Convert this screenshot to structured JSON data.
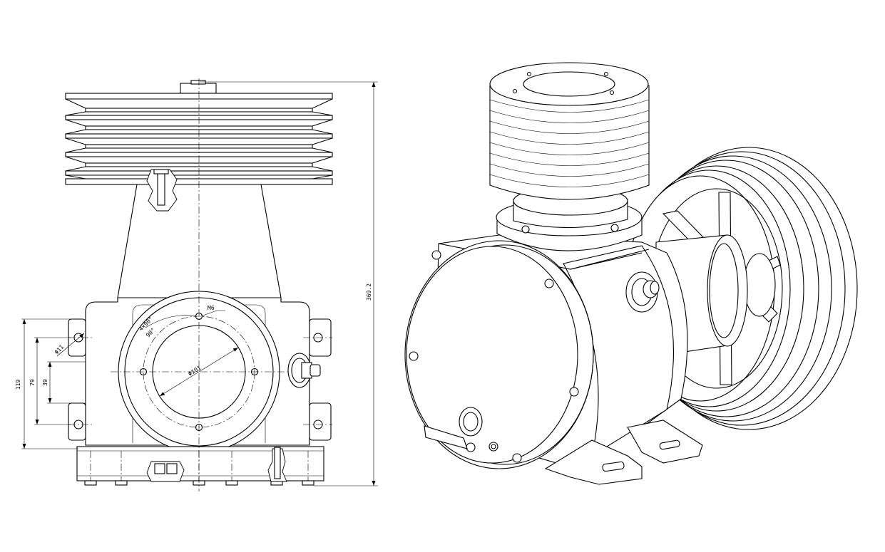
{
  "dimensions": {
    "overall_height": "369.2",
    "base_height": "119",
    "mount_spacing": "79",
    "mount_slot": "39",
    "mount_hole": "Φ11",
    "bolt_circle": "Φ101",
    "thread": "M6",
    "bolt_pattern": "4×90°",
    "bolt_angle": "90°"
  }
}
